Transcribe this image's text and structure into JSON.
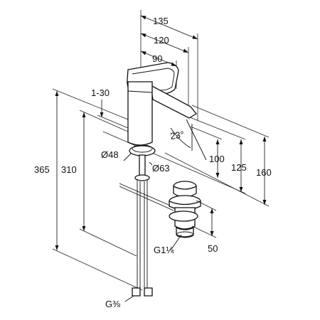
{
  "diagram": {
    "dimensions": {
      "d135": "135",
      "d120": "120",
      "d90": "90",
      "d1_30": "1-30",
      "angle23": "23°",
      "d48": "Ø48",
      "d63": "Ø63",
      "d100": "100",
      "d125": "125",
      "d160": "160",
      "d365": "365",
      "d310": "310",
      "thread_g114": "G1¼",
      "d50": "50",
      "thread_g38": "G⅜"
    }
  }
}
